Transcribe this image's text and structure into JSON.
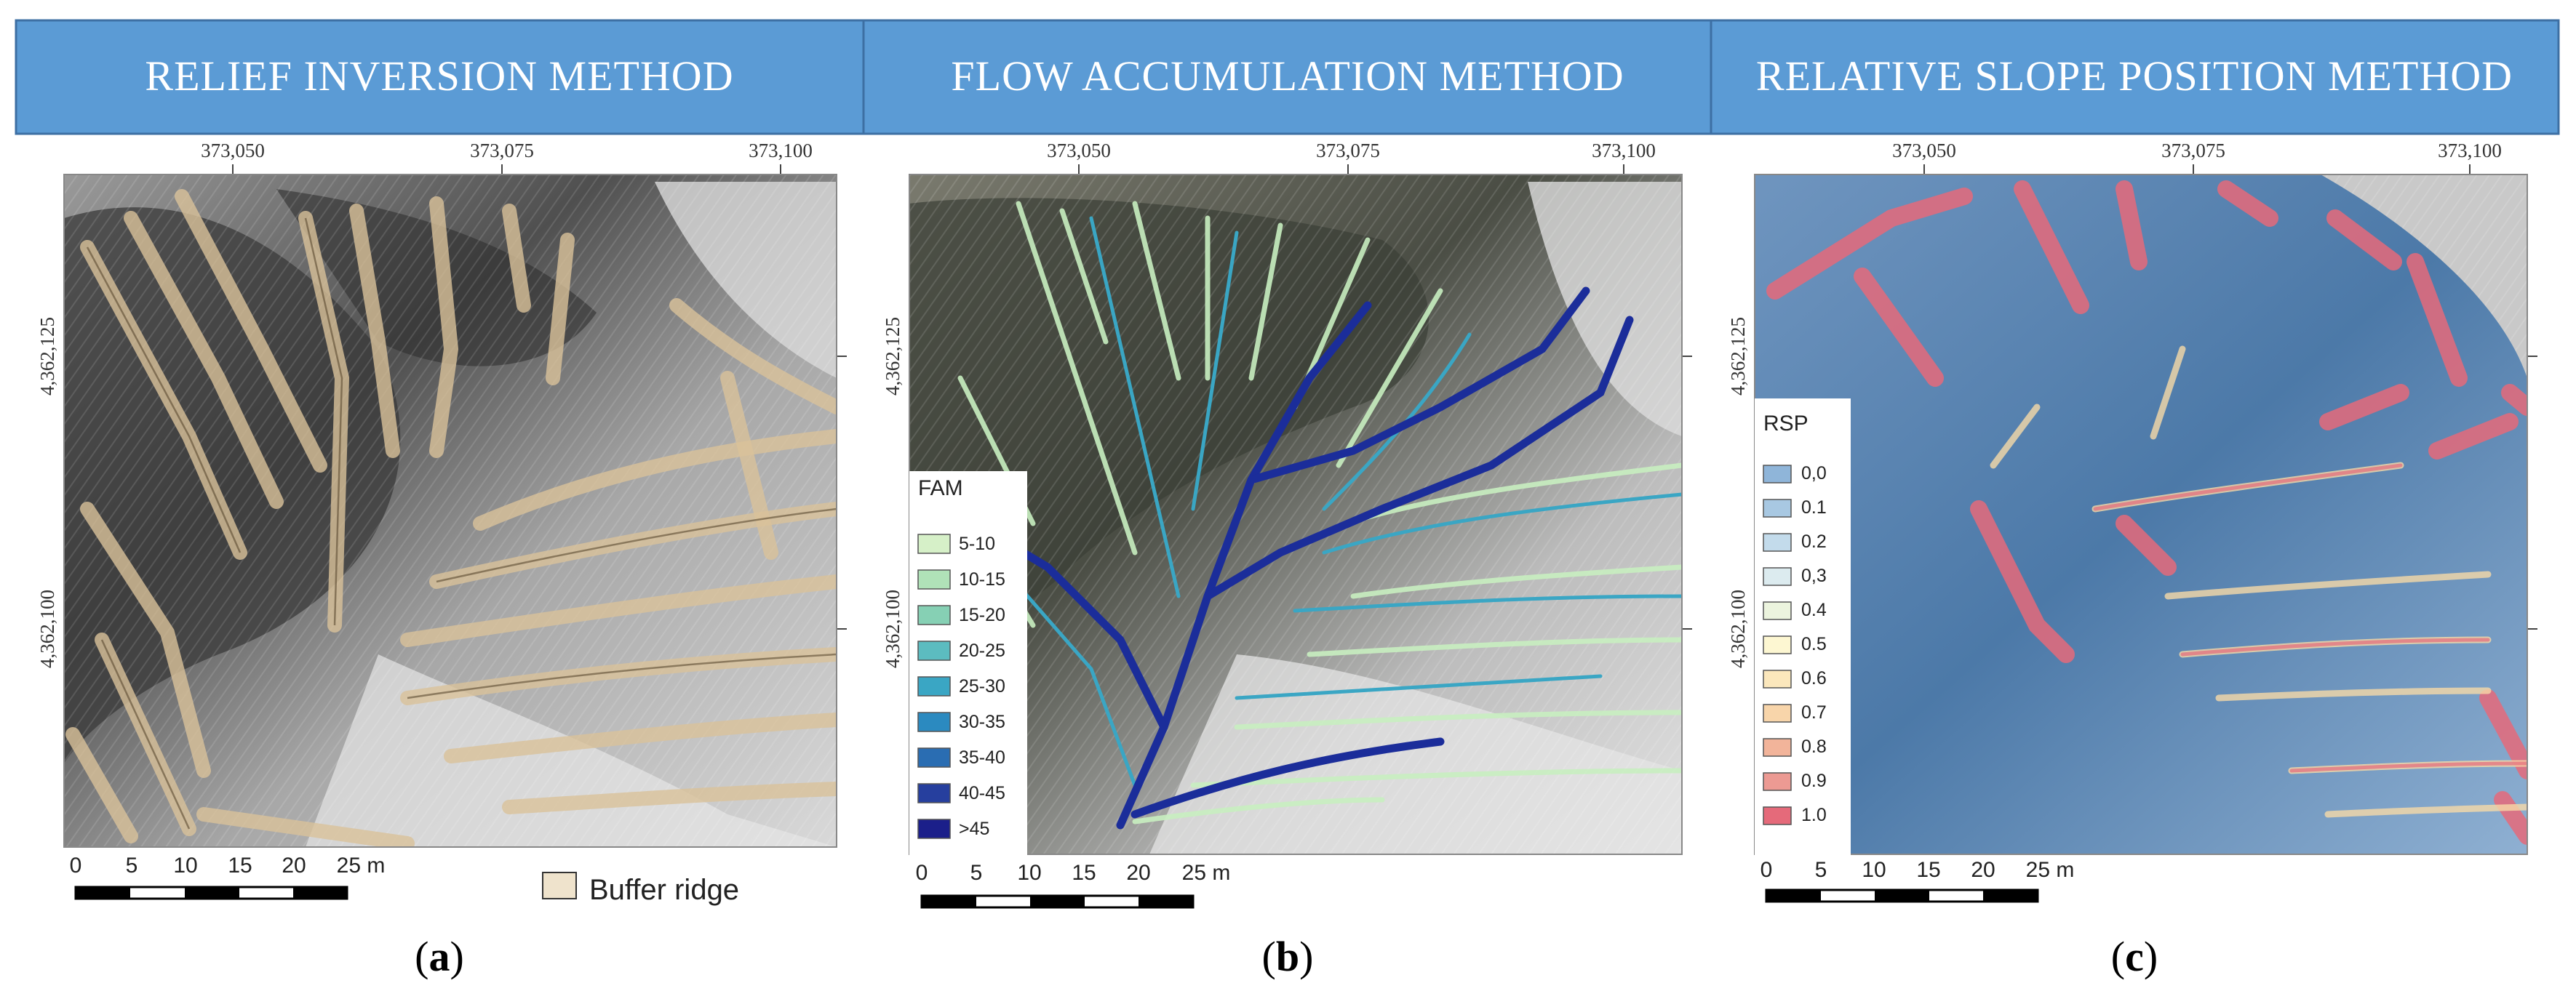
{
  "headers": [
    "RELIEF INVERSION METHOD",
    "FLOW ACCUMULATION METHOD",
    "RELATIVE SLOPE POSITION METHOD"
  ],
  "x_ticks": [
    "373,050",
    "373,075",
    "373,100"
  ],
  "y_ticks": [
    "4,362,125",
    "4,362,100"
  ],
  "scale_labels": [
    "0",
    "5",
    "10",
    "15",
    "20",
    "25 m"
  ],
  "panel_a": {
    "label_open": "(",
    "label_letter": "a",
    "label_close": ")",
    "buffer_legend": "Buffer ridge"
  },
  "panel_b": {
    "label_open": "(",
    "label_letter": "b",
    "label_close": ")",
    "legend_title": "FAM",
    "legend_items": [
      "5-10",
      "10-15",
      "15-20",
      "20-25",
      "25-30",
      "30-35",
      "35-40",
      "40-45",
      ">45"
    ]
  },
  "panel_c": {
    "label_open": "(",
    "label_letter": "c",
    "label_close": ")",
    "legend_title": "RSP",
    "legend_items": [
      "0,0",
      "0.1",
      "0.2",
      "0,3",
      "0.4",
      "0.5",
      "0.6",
      "0.7",
      "0.8",
      "0.9",
      "1.0"
    ]
  },
  "colors": {
    "header_fill": "#5b9bd5",
    "header_border": "#3d6fa3",
    "buffer_ridge": "#e8d9bd",
    "fam_ramp": [
      "#d6f0c8",
      "#b0e2b8",
      "#86d0b4",
      "#5cbcc0",
      "#3aa6c4",
      "#2b8ac0",
      "#2a6db2",
      "#263f9e",
      "#1b1f8a"
    ],
    "rsp_ramp": [
      "#8fb5d9",
      "#a8c8e2",
      "#c3dbeb",
      "#dcebef",
      "#ecf4de",
      "#fdf7d2",
      "#fbe7bc",
      "#f8d5aa",
      "#f2b49a",
      "#ec9a93",
      "#e56a7a"
    ]
  }
}
